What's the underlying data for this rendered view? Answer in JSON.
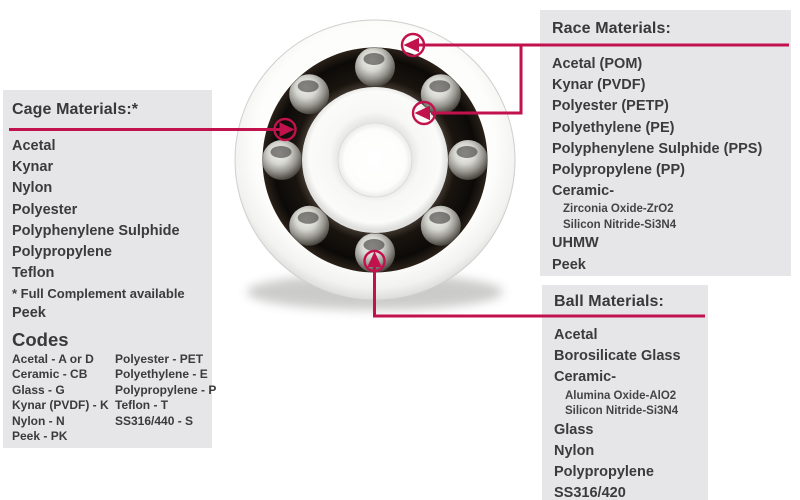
{
  "colors": {
    "accent": "#C2124E",
    "panel_bg": "#E6E6E8",
    "text": "#3B3B3D"
  },
  "cage_panel": {
    "title": "Cage Materials:*",
    "items": [
      "Acetal",
      "Kynar",
      "Nylon",
      "Polyester",
      "Polyphenylene Sulphide",
      "Polypropylene",
      "Teflon",
      {
        "text": "* Full Complement available",
        "cls": "note"
      },
      "Peek"
    ],
    "codes_title": "Codes",
    "codes_col1": [
      "Acetal - A or D",
      "Ceramic - CB",
      "Glass - G",
      "Kynar (PVDF) - K",
      "Nylon - N",
      "Peek - PK"
    ],
    "codes_col2": [
      "Polyester - PET",
      "Polyethylene - E",
      "Polypropylene - P",
      "Teflon - T",
      "SS316/440 - S"
    ]
  },
  "race_panel": {
    "title": "Race Materials:",
    "items": [
      "Acetal (POM)",
      "Kynar (PVDF)",
      "Polyester (PETP)",
      "Polyethylene (PE)",
      "Polyphenylene Sulphide (PPS)",
      "Polypropylene (PP)",
      "Ceramic-",
      {
        "text": "Zirconia Oxide-ZrO2",
        "cls": "small"
      },
      {
        "text": "Silicon Nitride-Si3N4",
        "cls": "small"
      },
      "UHMW",
      "Peek"
    ]
  },
  "ball_panel": {
    "title": "Ball Materials:",
    "items": [
      "Acetal",
      "Borosilicate Glass",
      "Ceramic-",
      {
        "text": "Alumina Oxide-AlO2",
        "cls": "small"
      },
      {
        "text": "Silicon Nitride-Si3N4",
        "cls": "small"
      },
      "Glass",
      "Nylon",
      "Polypropylene",
      "SS316/420"
    ]
  }
}
